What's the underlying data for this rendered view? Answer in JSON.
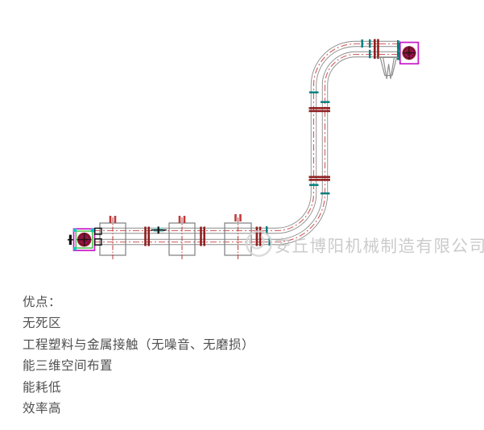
{
  "colors": {
    "tube-gray": "#8a8a8a",
    "centerline-red": "#d25c5c",
    "flange-darkred": "#8f2020",
    "tick-red": "#c03a3a",
    "joint-teal": "#007d7d",
    "unit-magenta": "#c816c8",
    "sprocket-darkred": "#7c1228",
    "accent-green": "#1faf1f",
    "accent-cyan": "#00c8c8",
    "symbol-cyan-fill": "#8fd0d0",
    "watermark-gray": "#c6c6c6",
    "text-gray": "#4f4f4f"
  },
  "watermark": {
    "company": "安丘博阳机械制造有限公司",
    "logo": "boyang-circle-logo-icon"
  },
  "drawing": {
    "description": "tubular-drag-conveyor-layout",
    "units": [
      "bottom-left-drive-sprocket-unit",
      "top-right-corner-sprocket-unit"
    ],
    "hopper": "w-shaped-discharge-chute"
  },
  "advantages": {
    "title": "优点：",
    "items": [
      "无死区",
      "工程塑料与金属接触（无噪音、无磨损）",
      "能三维空间布置",
      "能耗低",
      "效率高"
    ]
  }
}
